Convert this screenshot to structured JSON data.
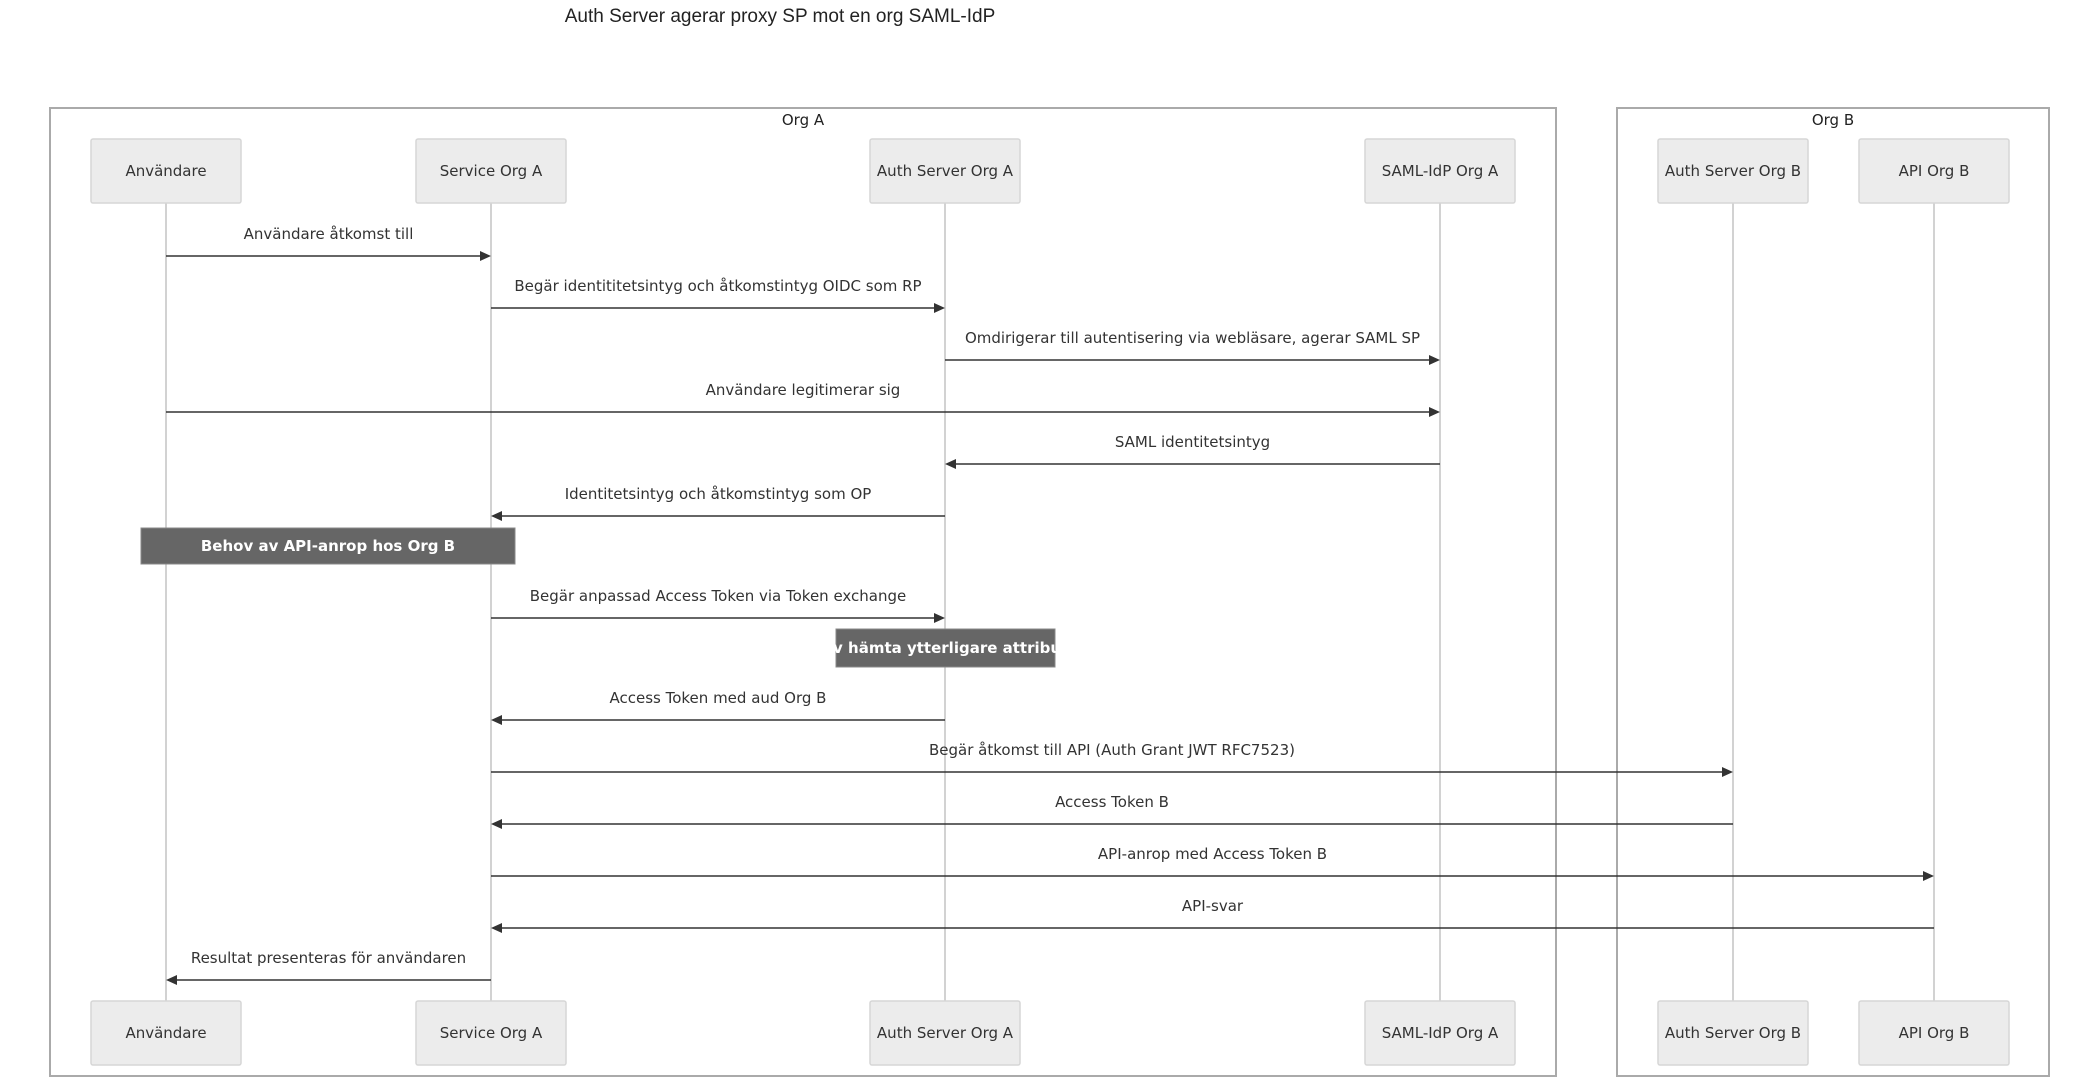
{
  "title": "Auth Server agerar proxy SP mot en org SAML-IdP",
  "groups": [
    {
      "label": "Org A"
    },
    {
      "label": "Org B"
    }
  ],
  "participants": [
    {
      "id": "user",
      "label": "Användare"
    },
    {
      "id": "service_a",
      "label": "Service Org A"
    },
    {
      "id": "auth_a",
      "label": "Auth Server Org A"
    },
    {
      "id": "saml_idp_a",
      "label": "SAML-IdP Org A"
    },
    {
      "id": "auth_b",
      "label": "Auth Server Org B"
    },
    {
      "id": "api_b",
      "label": "API Org B"
    }
  ],
  "steps": [
    {
      "kind": "message",
      "from": "user",
      "to": "service_a",
      "label": "Användare åtkomst till"
    },
    {
      "kind": "message",
      "from": "service_a",
      "to": "auth_a",
      "label": "Begär identititetsintyg och åtkomstintyg OIDC som RP"
    },
    {
      "kind": "message",
      "from": "auth_a",
      "to": "saml_idp_a",
      "label": "Omdirigerar till autentisering via webläsare, agerar SAML SP"
    },
    {
      "kind": "message",
      "from": "user",
      "to": "saml_idp_a",
      "label": "Användare legitimerar sig"
    },
    {
      "kind": "message",
      "from": "saml_idp_a",
      "to": "auth_a",
      "label": "SAML identitetsintyg"
    },
    {
      "kind": "message",
      "from": "auth_a",
      "to": "service_a",
      "label": "Identitetsintyg och åtkomstintyg som OP"
    },
    {
      "kind": "note",
      "over": [
        "user",
        "service_a"
      ],
      "label": "Behov av API-anrop hos Org B"
    },
    {
      "kind": "message",
      "from": "service_a",
      "to": "auth_a",
      "label": "Begär anpassad Access Token via Token exchange"
    },
    {
      "kind": "note",
      "over": [
        "auth_a"
      ],
      "label": "Ev hämta ytterligare attribut"
    },
    {
      "kind": "message",
      "from": "auth_a",
      "to": "service_a",
      "label": "Access Token med aud Org B"
    },
    {
      "kind": "message",
      "from": "service_a",
      "to": "auth_b",
      "label": "Begär åtkomst till API (Auth Grant JWT RFC7523)"
    },
    {
      "kind": "message",
      "from": "auth_b",
      "to": "service_a",
      "label": "Access Token B"
    },
    {
      "kind": "message",
      "from": "service_a",
      "to": "api_b",
      "label": "API-anrop med Access Token B"
    },
    {
      "kind": "message",
      "from": "api_b",
      "to": "service_a",
      "label": "API-svar"
    },
    {
      "kind": "message",
      "from": "service_a",
      "to": "user",
      "label": "Resultat presenteras för användaren"
    }
  ]
}
